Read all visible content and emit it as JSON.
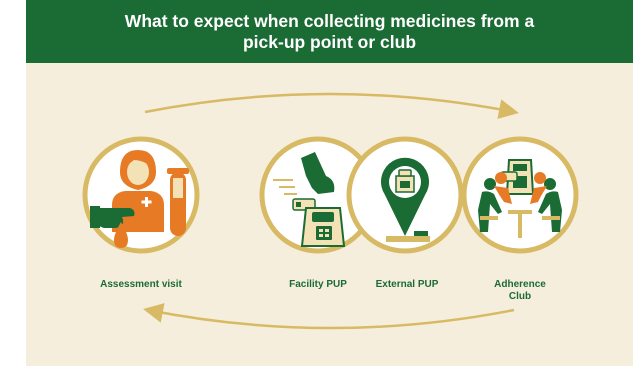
{
  "header": {
    "line1": "What to expect when collecting medicines from a",
    "line2": "pick-up point or club"
  },
  "steps": [
    {
      "label": "Assessment visit",
      "icon": "healthcare-worker-icon"
    },
    {
      "label": "Facility PUP",
      "icon": "hand-with-medicine-bag-icon"
    },
    {
      "label": "External PUP",
      "icon": "map-pin-medicine-icon"
    },
    {
      "label": "Adherence Club",
      "icon": "group-meeting-icon"
    }
  ],
  "colors": {
    "header_bg": "#1b6b35",
    "panel_bg": "#f6eedc",
    "ring": "#d8b964",
    "green": "#1b6b35",
    "orange": "#e77a24",
    "tan": "#f3e2b5"
  }
}
